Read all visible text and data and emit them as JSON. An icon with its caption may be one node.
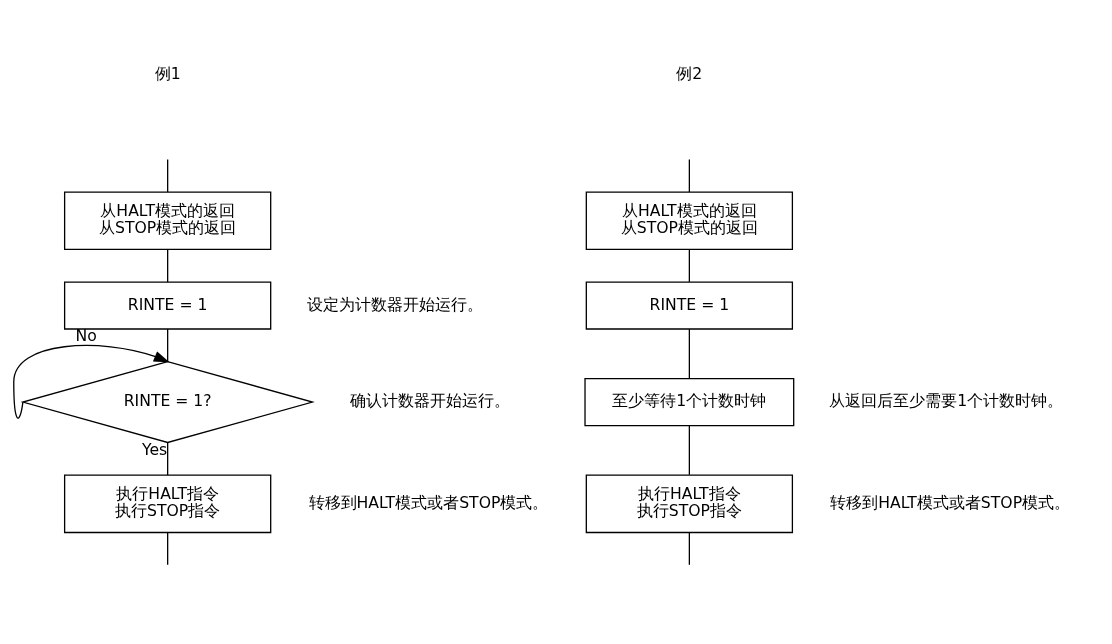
{
  "diagram": {
    "nodes": [
      {
        "text": [
          "从HALT模式的返回",
          "从STOP模式的返回"
        ]
      },
      {
        "text": [
          "RINTE = 1"
        ],
        "beside": [
          "设定为计数器开始运行。"
        ]
      },
      {
        "text": [
          "RINTE = 1?"
        ],
        "beside": [
          "确认计数器开始运行。"
        ]
      },
      {
        "text": [
          "执行HALT指令",
          "执行STOP指令"
        ],
        "beside": [
          "转移到HALT模式或者STOP模式。"
        ]
      },
      {
        "text": [
          "从HALT模式的返回",
          "从STOP模式的返回"
        ]
      },
      {
        "text": [
          "RINTE = 1"
        ]
      },
      {
        "text": [
          "至少等待1个计数时钟"
        ]
      },
      {
        "text": [
          "执行HALT指令",
          "执行STOP指令"
        ],
        "beside": [
          "转移到HALT模式或者STOP模式。"
        ]
      }
    ],
    "edges": [
      {
        "from": null,
        "to": 0,
        "arrow": "none"
      },
      {
        "from": 0,
        "to": 1,
        "arrow": "none"
      },
      {
        "from": 1,
        "to": 2,
        "arrow": "none"
      },
      {
        "from": 2,
        "to": 2,
        "arrow": "to",
        "label": "No"
      },
      {
        "from": 2,
        "to": 3,
        "arrow": "none",
        "label": "Yes"
      },
      {
        "from": 3,
        "to": null,
        "arrow": "none"
      },
      {
        "from": null,
        "to": 4,
        "arrow": "none"
      },
      {
        "from": 4,
        "to": 5,
        "arrow": "none"
      },
      {
        "from": 5,
        "to": 6,
        "arrow": "none"
      },
      {
        "from": 6,
        "to": 7,
        "arrow": "none"
      },
      {
        "from": 7,
        "to": null,
        "arrow": "none"
      }
    ],
    "labels": [
      "例1",
      "例2",
      "从返回后至少需要1个计数时钟。"
    ]
  }
}
